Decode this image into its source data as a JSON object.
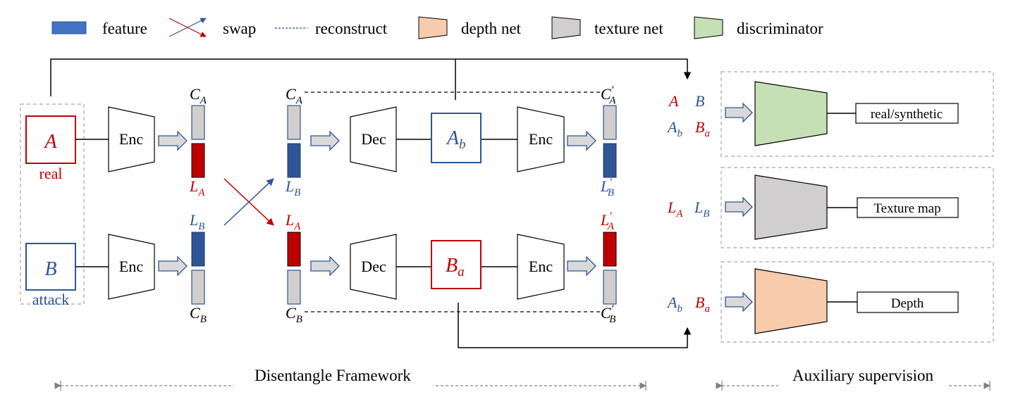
{
  "legend": {
    "feature": "feature",
    "swap": "swap",
    "reconstruct": "reconstruct",
    "depth_net": "depth net",
    "texture_net": "texture net",
    "discriminator": "discriminator"
  },
  "inputs": {
    "a_symbol": "A",
    "a_caption": "real",
    "b_symbol": "B",
    "b_caption": "attack"
  },
  "modules": {
    "enc": "Enc",
    "dec": "Dec"
  },
  "features": {
    "c": "C",
    "l": "L",
    "sub_a": "A",
    "sub_b": "B",
    "prime": "′"
  },
  "synth": {
    "ab_main": "A",
    "ab_sub": "b",
    "ba_main": "B",
    "ba_sub": "a"
  },
  "auxiliary": {
    "outputs": {
      "discriminator": "real/synthetic",
      "texture": "Texture map",
      "depth": "Depth"
    }
  },
  "footer": {
    "left": "Disentangle Framework",
    "right": "Auxiliary supervision"
  },
  "colors": {
    "real": "#c00000",
    "attack": "#2f5597",
    "feature_blue": "#2f5597",
    "feature_red": "#c00000",
    "feature_gray": "#d0cece",
    "depth_net": "#f8cbad",
    "texture_net": "#d0cece",
    "discriminator": "#c5e0b4",
    "legend_feature": "#4472c4"
  }
}
